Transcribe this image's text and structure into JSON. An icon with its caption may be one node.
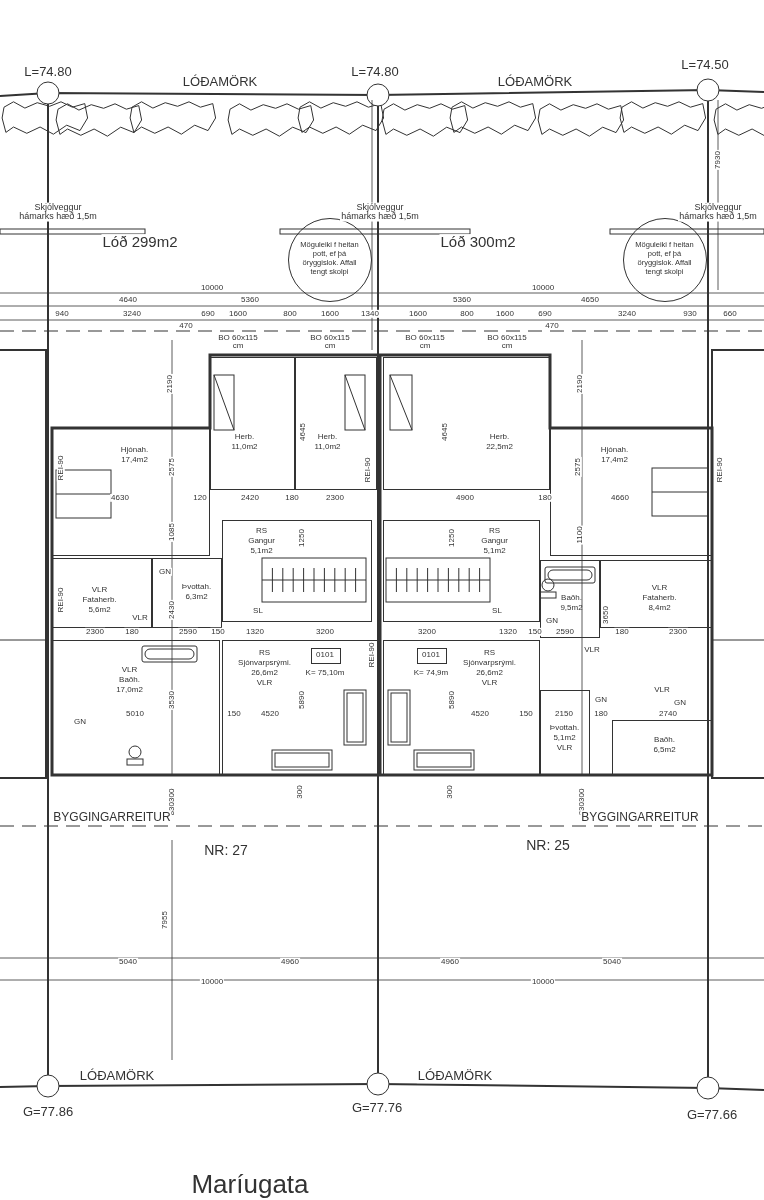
{
  "diagram": {
    "nodes": [
      {
        "text": [
          "Möguleiki f heitan pott, ef þá öryggislok. Affall tengt skolpi"
        ]
      },
      {
        "text": [
          "Möguleiki f heitan pott, ef þá öryggislok. Affall tengt skolpi"
        ]
      },
      {
        "text": [
          "Herb. 11,0m2"
        ]
      },
      {
        "text": [
          "Herb. 11,0m2"
        ]
      },
      {
        "text": [
          "Herb. 22,5m2"
        ]
      },
      {
        "text": [
          "Hjónah. 17,4m2"
        ]
      },
      {
        "text": [
          "Hjónah. 17,4m2"
        ]
      },
      {
        "text": [
          "RS",
          "Gangur 5,1m2"
        ]
      },
      {
        "text": [
          "RS",
          "Gangur 5,1m2"
        ]
      },
      {
        "text": [
          "VLR",
          "Fataherb. 5,6m2"
        ]
      },
      {
        "text": [
          "Þvottah. 6,3m2"
        ]
      },
      {
        "text": [
          "Baðh. 9,5m2"
        ]
      },
      {
        "text": [
          "VLR",
          "Fataherb. 8,4m2"
        ]
      },
      {
        "text": [
          "VLR",
          "Baðh. 17,0m2"
        ]
      },
      {
        "text": [
          "RS",
          "Sjónvarpsrými. 26,6m2",
          "VLR"
        ]
      },
      {
        "text": [
          "0101"
        ],
        "in": 14,
        "beside": [
          "K= 75,10m"
        ]
      },
      {
        "text": [
          "RS",
          "Sjónvarpsrými. 26,6m2",
          "VLR"
        ]
      },
      {
        "text": [
          "0101"
        ],
        "in": 16,
        "beside": [
          "K= 74,9m"
        ]
      },
      {
        "text": [
          "Þvottah. 5,1m2",
          "VLR"
        ]
      },
      {
        "text": [
          "Baðh. 6,5m2"
        ]
      }
    ],
    "labels": [
      "L=74.80",
      "LÓÐAMÖRK",
      "L=74.80",
      "LÓÐAMÖRK",
      "L=74.50",
      "7930",
      "Skjólveggur hámarks hæð 1,5m",
      "Skjólveggur hámarks hæð 1,5m",
      "Skjólveggur hámarks hæð 1,5m",
      "Lóð 299m2",
      "Lóð 300m2",
      "10000",
      "10000",
      "4640",
      "5360",
      "5360",
      "4650",
      "940",
      "3240",
      "690",
      "1600",
      "800",
      "1600",
      "1340",
      "1600",
      "800",
      "1600",
      "690",
      "3240",
      "930",
      "660",
      "470",
      "470",
      "BO 60x115 cm",
      "BO 60x115 cm",
      "BO 60x115 cm",
      "BO 60x115 cm",
      "2190",
      "2190",
      "4645",
      "4645",
      "REI-90",
      "2575",
      "REI-90",
      "2575",
      "REI-90",
      "4630",
      "120",
      "2420",
      "180",
      "2300",
      "4900",
      "180",
      "4660",
      "1085",
      "1250",
      "1250",
      "1100",
      "GN",
      "REI-90",
      "2430",
      "VLR",
      "SL",
      "SL",
      "GN",
      "3650",
      "2300",
      "180",
      "2590",
      "150",
      "1320",
      "3200",
      "3200",
      "1320",
      "150",
      "2590",
      "180",
      "2300",
      "VLR",
      "REI-90",
      "3530",
      "GN",
      "5010",
      "150",
      "4520",
      "5890",
      "5890",
      "4520",
      "150",
      "2150",
      "180",
      "2740",
      "VLR",
      "GN",
      "GN",
      "830300",
      "830300",
      "300",
      "300",
      "BYGGINGARREITUR",
      "BYGGINGARREITUR",
      "NR: 27",
      "NR: 25",
      "7955",
      "5040",
      "4960",
      "4960",
      "5040",
      "10000",
      "10000",
      "LÓÐAMÖRK",
      "LÓÐAMÖRK",
      "G=77.86",
      "G=77.76",
      "G=77.66",
      "Maríugata"
    ]
  }
}
